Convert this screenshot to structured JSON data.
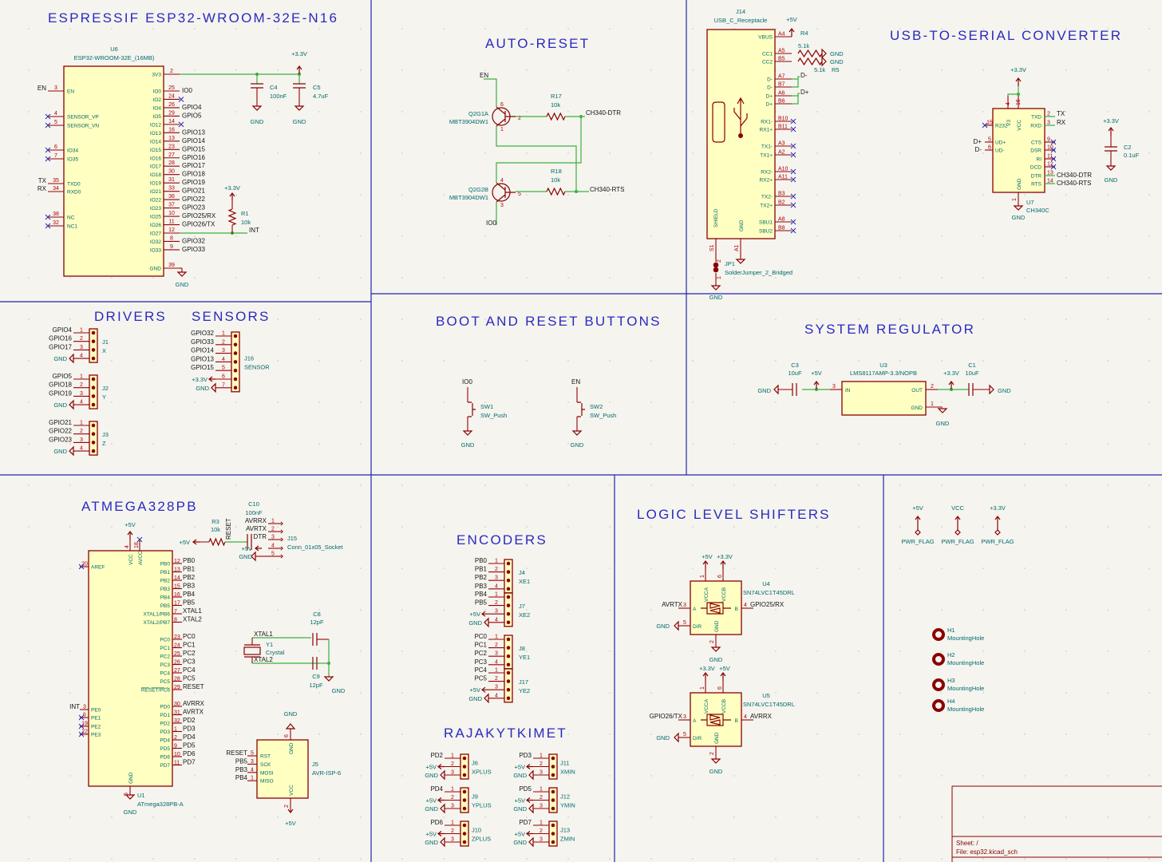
{
  "colors": {
    "section_border": "#2323b0",
    "section_title": "#2a2ac0",
    "wire": "#3cb03c",
    "pin": "#9a0000",
    "component_fill": "#ffffc2",
    "reference_text": "#006a6a",
    "net_text": "#151515"
  },
  "titles": {
    "esp32": "ESPRESSIF ESP32-WROOM-32E-N16",
    "auto_reset": "AUTO-RESET",
    "usb_serial": "USB-TO-SERIAL CONVERTER",
    "drivers": "DRIVERS",
    "sensors": "SENSORS",
    "boot": "BOOT AND RESET BUTTONS",
    "regulator": "SYSTEM REGULATOR",
    "atmega": "ATMEGA328PB",
    "encoders": "ENCODERS",
    "rajakytkimet": "RAJAKYTKIMET",
    "level_shifters": "LOGIC LEVEL SHIFTERS"
  },
  "esp32": {
    "ref": "U6",
    "value": "ESP32-WROOM-32E_(16MB)",
    "power": "+3.3V",
    "gnd": "GND",
    "left_pins": [
      {
        "num": "3",
        "name": "EN",
        "net": "EN"
      },
      {
        "num": "4",
        "name": "SENSOR_VP",
        "net": ""
      },
      {
        "num": "5",
        "name": "SENSOR_VN",
        "net": ""
      },
      {
        "num": "6",
        "name": "IO34",
        "net": ""
      },
      {
        "num": "7",
        "name": "IO35",
        "net": ""
      },
      {
        "num": "35",
        "name": "TXD0",
        "net": "TX"
      },
      {
        "num": "34",
        "name": "RXD0",
        "net": "RX"
      },
      {
        "num": "38",
        "name": "NC",
        "net": ""
      },
      {
        "num": "32",
        "name": "NC1",
        "net": ""
      }
    ],
    "right_pins": [
      {
        "num": "25",
        "name": "IO0",
        "net": "IO0"
      },
      {
        "num": "24",
        "name": "IO2",
        "net": ""
      },
      {
        "num": "26",
        "name": "IO4",
        "net": "GPIO4"
      },
      {
        "num": "29",
        "name": "IO5",
        "net": "GPIO5"
      },
      {
        "num": "14",
        "name": "IO12",
        "net": ""
      },
      {
        "num": "16",
        "name": "IO13",
        "net": "GPIO13"
      },
      {
        "num": "13",
        "name": "IO14",
        "net": "GPIO14"
      },
      {
        "num": "23",
        "name": "IO15",
        "net": "GPIO15"
      },
      {
        "num": "27",
        "name": "IO16",
        "net": "GPIO16"
      },
      {
        "num": "28",
        "name": "IO17",
        "net": "GPIO17"
      },
      {
        "num": "30",
        "name": "IO18",
        "net": "GPIO18"
      },
      {
        "num": "31",
        "name": "IO19",
        "net": "GPIO19"
      },
      {
        "num": "33",
        "name": "IO21",
        "net": "GPIO21"
      },
      {
        "num": "36",
        "name": "IO22",
        "net": "GPIO22"
      },
      {
        "num": "37",
        "name": "IO23",
        "net": "GPIO23"
      },
      {
        "num": "10",
        "name": "IO25",
        "net": "GPIO25/RX"
      },
      {
        "num": "11",
        "name": "IO26",
        "net": "GPIO26/TX"
      },
      {
        "num": "12",
        "name": "IO27",
        "net": "INT"
      },
      {
        "num": "8",
        "name": "IO32",
        "net": "GPIO32"
      },
      {
        "num": "9",
        "name": "IO33",
        "net": "GPIO33"
      }
    ],
    "v3_pin": {
      "num": "2",
      "name": "3V3"
    },
    "gnd_pin": {
      "num": "39",
      "name": "GND"
    },
    "c4": {
      "ref": "C4",
      "value": "100nF"
    },
    "c5": {
      "ref": "C5",
      "value": "4.7uF"
    },
    "r1": {
      "ref": "R1",
      "value": "10k"
    }
  },
  "auto_reset": {
    "q1": {
      "ref": "Q2G1A",
      "value": "MBT3904DW1",
      "pins": [
        "6",
        "2",
        "1"
      ]
    },
    "q2": {
      "ref": "Q2G2B",
      "value": "MBT3904DW1",
      "pins": [
        "4",
        "5",
        "3"
      ]
    },
    "r17": {
      "ref": "R17",
      "value": "10k"
    },
    "r18": {
      "ref": "R18",
      "value": "10k"
    },
    "nets": {
      "en": "EN",
      "io0": "IO0",
      "dtr": "CH340-DTR",
      "rts": "CH340-RTS"
    }
  },
  "usb": {
    "ref": "J14",
    "value": "USB_C_Receptacle",
    "power": "+5V",
    "pins": [
      {
        "num": "A4",
        "name": "VBUS"
      },
      {
        "num": "A5",
        "name": "CC1"
      },
      {
        "num": "B5",
        "name": "CC2"
      },
      {
        "num": "A7",
        "name": "D-"
      },
      {
        "num": "B7",
        "name": "D-"
      },
      {
        "num": "A6",
        "name": "D+"
      },
      {
        "num": "B6",
        "name": "D+"
      },
      {
        "num": "B10",
        "name": "RX1-"
      },
      {
        "num": "B11",
        "name": "RX1+"
      },
      {
        "num": "A3",
        "name": "TX1-"
      },
      {
        "num": "A2",
        "name": "TX1+"
      },
      {
        "num": "A10",
        "name": "RX2-"
      },
      {
        "num": "A11",
        "name": "RX2+"
      },
      {
        "num": "B3",
        "name": "TX2-"
      },
      {
        "num": "B2",
        "name": "TX2+"
      },
      {
        "num": "A8",
        "name": "SBU1"
      },
      {
        "num": "B8",
        "name": "SBU2"
      }
    ],
    "shield": {
      "num": "S1",
      "name": "SHIELD"
    },
    "gnd": {
      "num": "A1",
      "name": "GND"
    },
    "r4": {
      "ref": "R4",
      "value": "5.1k"
    },
    "r5": {
      "ref": "R5",
      "value": "5.1k"
    },
    "jp1": {
      "ref": "JP1",
      "value": "SolderJumper_2_Bridged",
      "pins": [
        "2",
        "1"
      ]
    },
    "nets": {
      "dm": "D-",
      "dp": "D+",
      "gnd": "GND"
    }
  },
  "ch340": {
    "ref": "U7",
    "value": "CH340C",
    "power": "+3.3V",
    "gnd": "GND",
    "top_pins": [
      {
        "num": "4",
        "name": "V3"
      },
      {
        "num": "16",
        "name": "VCC"
      }
    ],
    "left_pins": [
      {
        "num": "15",
        "name": "R232",
        "net": ""
      },
      {
        "num": "5",
        "name": "UD+",
        "net": "D+"
      },
      {
        "num": "6",
        "name": "UD-",
        "net": "D-"
      }
    ],
    "right_pins": [
      {
        "num": "2",
        "name": "TXD",
        "net": "TX"
      },
      {
        "num": "3",
        "name": "RXD",
        "net": "RX"
      },
      {
        "num": "9",
        "name": "CTS",
        "net": ""
      },
      {
        "num": "10",
        "name": "DSR",
        "net": ""
      },
      {
        "num": "11",
        "name": "RI",
        "net": ""
      },
      {
        "num": "12",
        "name": "DCD",
        "net": ""
      },
      {
        "num": "13",
        "name": "DTR",
        "net": "CH340-DTR"
      },
      {
        "num": "14",
        "name": "RTS",
        "net": "CH340-RTS"
      }
    ],
    "gnd_pin": {
      "num": "1",
      "name": "GND"
    },
    "c2": {
      "ref": "C2",
      "value": "0.1uF",
      "power": "+3.3V",
      "gnd": "GND"
    }
  },
  "drivers": [
    {
      "ref": "J1",
      "value": "X",
      "pins": [
        {
          "n": "1",
          "net": "GPIO4"
        },
        {
          "n": "2",
          "net": "GPIO16"
        },
        {
          "n": "3",
          "net": "GPIO17"
        },
        {
          "n": "4",
          "net": "GND",
          "kind": "gnd"
        }
      ]
    },
    {
      "ref": "J2",
      "value": "Y",
      "pins": [
        {
          "n": "1",
          "net": "GPIO5"
        },
        {
          "n": "2",
          "net": "GPIO18"
        },
        {
          "n": "3",
          "net": "GPIO19"
        },
        {
          "n": "4",
          "net": "GND",
          "kind": "gnd"
        }
      ]
    },
    {
      "ref": "J3",
      "value": "Z",
      "pins": [
        {
          "n": "1",
          "net": "GPIO21"
        },
        {
          "n": "2",
          "net": "GPIO22"
        },
        {
          "n": "3",
          "net": "GPIO23"
        },
        {
          "n": "4",
          "net": "GND",
          "kind": "gnd"
        }
      ]
    }
  ],
  "sensor": {
    "ref": "J16",
    "value": "SENSOR",
    "pins": [
      {
        "n": "1",
        "net": "GPIO32"
      },
      {
        "n": "2",
        "net": "GPIO33"
      },
      {
        "n": "3",
        "net": "GPIO14"
      },
      {
        "n": "4",
        "net": "GPIO13"
      },
      {
        "n": "5",
        "net": "GPIO15"
      },
      {
        "n": "6",
        "net": "+3.3V",
        "kind": "pwr"
      },
      {
        "n": "7",
        "net": "GND",
        "kind": "gnd"
      }
    ]
  },
  "boot": {
    "sw1": {
      "ref": "SW1",
      "value": "SW_Push",
      "net": "IO0",
      "gnd": "GND"
    },
    "sw2": {
      "ref": "SW2",
      "value": "SW_Push",
      "net": "EN",
      "gnd": "GND"
    }
  },
  "regulator": {
    "ref": "U3",
    "value": "LMS8117AMP-3.3/NOPB",
    "pins": [
      {
        "num": "3",
        "name": "IN"
      },
      {
        "num": "2",
        "name": "OUT"
      },
      {
        "num": "1",
        "name": "GND"
      }
    ],
    "c3": {
      "ref": "C3",
      "value": "10uF"
    },
    "c1": {
      "ref": "C1",
      "value": "10uF"
    },
    "vin": "+5V",
    "vout": "+3.3V",
    "gnd": "GND"
  },
  "atmega": {
    "ref": "U1",
    "value": "ATmega328PB-A",
    "power": "+5V",
    "gnd": "GND",
    "top_pins": [
      {
        "num": "4",
        "name": "VCC"
      },
      {
        "num": "18",
        "name": "AVCC"
      }
    ],
    "bottom_pin": {
      "num": "5",
      "name": "GND"
    },
    "left_pins": [
      {
        "num": "20",
        "name": "AREF",
        "net": ""
      },
      {
        "num": "3",
        "name": "PE0",
        "net": "INT"
      },
      {
        "num": "6",
        "name": "PE1",
        "net": ""
      },
      {
        "num": "19",
        "name": "PE2",
        "net": ""
      },
      {
        "num": "22",
        "name": "PE3",
        "net": ""
      }
    ],
    "right_pins": [
      {
        "num": "12",
        "name": "PB0",
        "net": "PB0"
      },
      {
        "num": "13",
        "name": "PB1",
        "net": "PB1"
      },
      {
        "num": "14",
        "name": "PB2",
        "net": "PB2"
      },
      {
        "num": "15",
        "name": "PB3",
        "net": "PB3"
      },
      {
        "num": "16",
        "name": "PB4",
        "net": "PB4"
      },
      {
        "num": "17",
        "name": "PB5",
        "net": "PB5"
      },
      {
        "num": "7",
        "name": "XTAL1/PB6",
        "net": "XTAL1"
      },
      {
        "num": "8",
        "name": "XTAL2/PB7",
        "net": "XTAL2"
      },
      {
        "num": "23",
        "name": "PC0",
        "net": "PC0"
      },
      {
        "num": "24",
        "name": "PC1",
        "net": "PC1"
      },
      {
        "num": "25",
        "name": "PC2",
        "net": "PC2"
      },
      {
        "num": "26",
        "name": "PC3",
        "net": "PC3"
      },
      {
        "num": "27",
        "name": "PC4",
        "net": "PC4"
      },
      {
        "num": "28",
        "name": "PC5",
        "net": "PC5"
      },
      {
        "num": "29",
        "name": "RESET/PC6",
        "net": "RESET"
      },
      {
        "num": "30",
        "name": "PD0",
        "net": "AVRRX"
      },
      {
        "num": "31",
        "name": "PD1",
        "net": "AVRTX"
      },
      {
        "num": "32",
        "name": "PD2",
        "net": "PD2"
      },
      {
        "num": "1",
        "name": "PD3",
        "net": "PD3"
      },
      {
        "num": "2",
        "name": "PD4",
        "net": "PD4"
      },
      {
        "num": "9",
        "name": "PD5",
        "net": "PD5"
      },
      {
        "num": "10",
        "name": "PD6",
        "net": "PD6"
      },
      {
        "num": "11",
        "name": "PD7",
        "net": "PD7"
      }
    ],
    "r3": {
      "ref": "R3",
      "value": "10k",
      "net": "RESET",
      "power": "+5V"
    },
    "c10": {
      "ref": "C10",
      "value": "100nF"
    },
    "j15": {
      "ref": "J15",
      "value": "Conn_01x05_Socket",
      "pins": [
        {
          "n": "1",
          "net": "AVRRX"
        },
        {
          "n": "2",
          "net": "AVRTX"
        },
        {
          "n": "3",
          "net": "DTR"
        },
        {
          "n": "4",
          "net": "+5V",
          "kind": "pwr"
        },
        {
          "n": "5",
          "net": "GND",
          "kind": "gnd"
        }
      ]
    },
    "y1": {
      "ref": "Y1",
      "value": "Crystal",
      "net1": "XTAL1",
      "net2": "XTAL2"
    },
    "c8": {
      "ref": "C8",
      "value": "12pF"
    },
    "c9": {
      "ref": "C9",
      "value": "12pF",
      "gnd": "GND"
    },
    "j5": {
      "ref": "J5",
      "value": "AVR-ISP-6",
      "gnd": "GND",
      "power": "+5V",
      "left_pins": [
        {
          "num": "5",
          "name": "RST",
          "net": "RESET"
        },
        {
          "num": "3",
          "name": "SCK",
          "net": "PB5"
        },
        {
          "num": "4",
          "name": "MOSI",
          "net": "PB3"
        },
        {
          "num": "1",
          "name": "MISO",
          "net": "PB4"
        }
      ],
      "top_pin": {
        "num": "6",
        "name": "GND"
      },
      "bottom_pin": {
        "num": "2",
        "name": "VCC"
      }
    }
  },
  "encoders": [
    {
      "ref": "J4",
      "value": "XE1",
      "pins": [
        {
          "n": "1",
          "net": "PB0"
        },
        {
          "n": "2",
          "net": "PB1"
        },
        {
          "n": "3",
          "net": "PB2"
        },
        {
          "n": "4",
          "net": "PB3"
        }
      ]
    },
    {
      "ref": "J7",
      "value": "XE2",
      "pins": [
        {
          "n": "1",
          "net": "PB4"
        },
        {
          "n": "2",
          "net": "PB5"
        },
        {
          "n": "3",
          "net": "+5V",
          "kind": "pwr"
        },
        {
          "n": "4",
          "net": "GND",
          "kind": "gnd"
        }
      ]
    },
    {
      "ref": "J8",
      "value": "YE1",
      "pins": [
        {
          "n": "1",
          "net": "PC0"
        },
        {
          "n": "2",
          "net": "PC1"
        },
        {
          "n": "3",
          "net": "PC2"
        },
        {
          "n": "4",
          "net": "PC3"
        }
      ]
    },
    {
      "ref": "J17",
      "value": "YE2",
      "pins": [
        {
          "n": "1",
          "net": "PC4"
        },
        {
          "n": "2",
          "net": "PC5"
        },
        {
          "n": "3",
          "net": "+5V",
          "kind": "pwr"
        },
        {
          "n": "4",
          "net": "GND",
          "kind": "gnd"
        }
      ]
    }
  ],
  "switches": [
    {
      "ref": "J6",
      "value": "XPLUS",
      "pins": [
        {
          "n": "1",
          "net": "PD2"
        },
        {
          "n": "2",
          "net": "+5V",
          "kind": "pwr"
        },
        {
          "n": "3",
          "net": "GND",
          "kind": "gnd"
        }
      ]
    },
    {
      "ref": "J11",
      "value": "XMIN",
      "pins": [
        {
          "n": "1",
          "net": "PD3"
        },
        {
          "n": "2",
          "net": "+5V",
          "kind": "pwr"
        },
        {
          "n": "3",
          "net": "GND",
          "kind": "gnd"
        }
      ]
    },
    {
      "ref": "J9",
      "value": "YPLUS",
      "pins": [
        {
          "n": "1",
          "net": "PD4"
        },
        {
          "n": "2",
          "net": "+5V",
          "kind": "pwr"
        },
        {
          "n": "3",
          "net": "GND",
          "kind": "gnd"
        }
      ]
    },
    {
      "ref": "J12",
      "value": "YMIN",
      "pins": [
        {
          "n": "1",
          "net": "PD5"
        },
        {
          "n": "2",
          "net": "+5V",
          "kind": "pwr"
        },
        {
          "n": "3",
          "net": "GND",
          "kind": "gnd"
        }
      ]
    },
    {
      "ref": "J10",
      "value": "ZPLUS",
      "pins": [
        {
          "n": "1",
          "net": "PD6"
        },
        {
          "n": "2",
          "net": "+5V",
          "kind": "pwr"
        },
        {
          "n": "3",
          "net": "GND",
          "kind": "gnd"
        }
      ]
    },
    {
      "ref": "J13",
      "value": "ZMIN",
      "pins": [
        {
          "n": "1",
          "net": "PD7"
        },
        {
          "n": "2",
          "net": "+5V",
          "kind": "pwr"
        },
        {
          "n": "3",
          "net": "GND",
          "kind": "gnd"
        }
      ]
    }
  ],
  "shifters": [
    {
      "ref": "U4",
      "value": "SN74LVC1T45DRL",
      "vcca": "+5V",
      "vccb": "+3.3V",
      "a_net": "AVRTX",
      "b_net": "GPIO25/RX",
      "gnd": "GND",
      "pins": {
        "vcca": "1",
        "vccb": "6",
        "a": "3",
        "b": "4",
        "dir": "5",
        "gnd": "2"
      },
      "names": {
        "vcca": "VCCA",
        "vccb": "VCCB",
        "a": "A",
        "b": "B",
        "dir": "DIR",
        "gnd": "GND"
      }
    },
    {
      "ref": "U5",
      "value": "SN74LVC1T45DRL",
      "vcca": "+3.3V",
      "vccb": "+5V",
      "a_net": "GPIO26/TX",
      "b_net": "AVRRX",
      "gnd": "GND",
      "pins": {
        "vcca": "1",
        "vccb": "6",
        "a": "3",
        "b": "4",
        "dir": "5",
        "gnd": "2"
      },
      "names": {
        "vcca": "VCCA",
        "vccb": "VCCB",
        "a": "A",
        "b": "B",
        "dir": "DIR",
        "gnd": "GND"
      }
    }
  ],
  "power_flags": [
    {
      "net": "+5V",
      "value": "PWR_FLAG"
    },
    {
      "net": "VCC",
      "value": "PWR_FLAG"
    },
    {
      "net": "+3.3V",
      "value": "PWR_FLAG"
    }
  ],
  "mounting_holes": [
    {
      "ref": "H1",
      "value": "MountingHole"
    },
    {
      "ref": "H2",
      "value": "MountingHole"
    },
    {
      "ref": "H3",
      "value": "MountingHole"
    },
    {
      "ref": "H4",
      "value": "MountingHole"
    }
  ],
  "title_block": {
    "sheet": "Sheet: /",
    "file": "File: esp32.kicad_sch"
  }
}
